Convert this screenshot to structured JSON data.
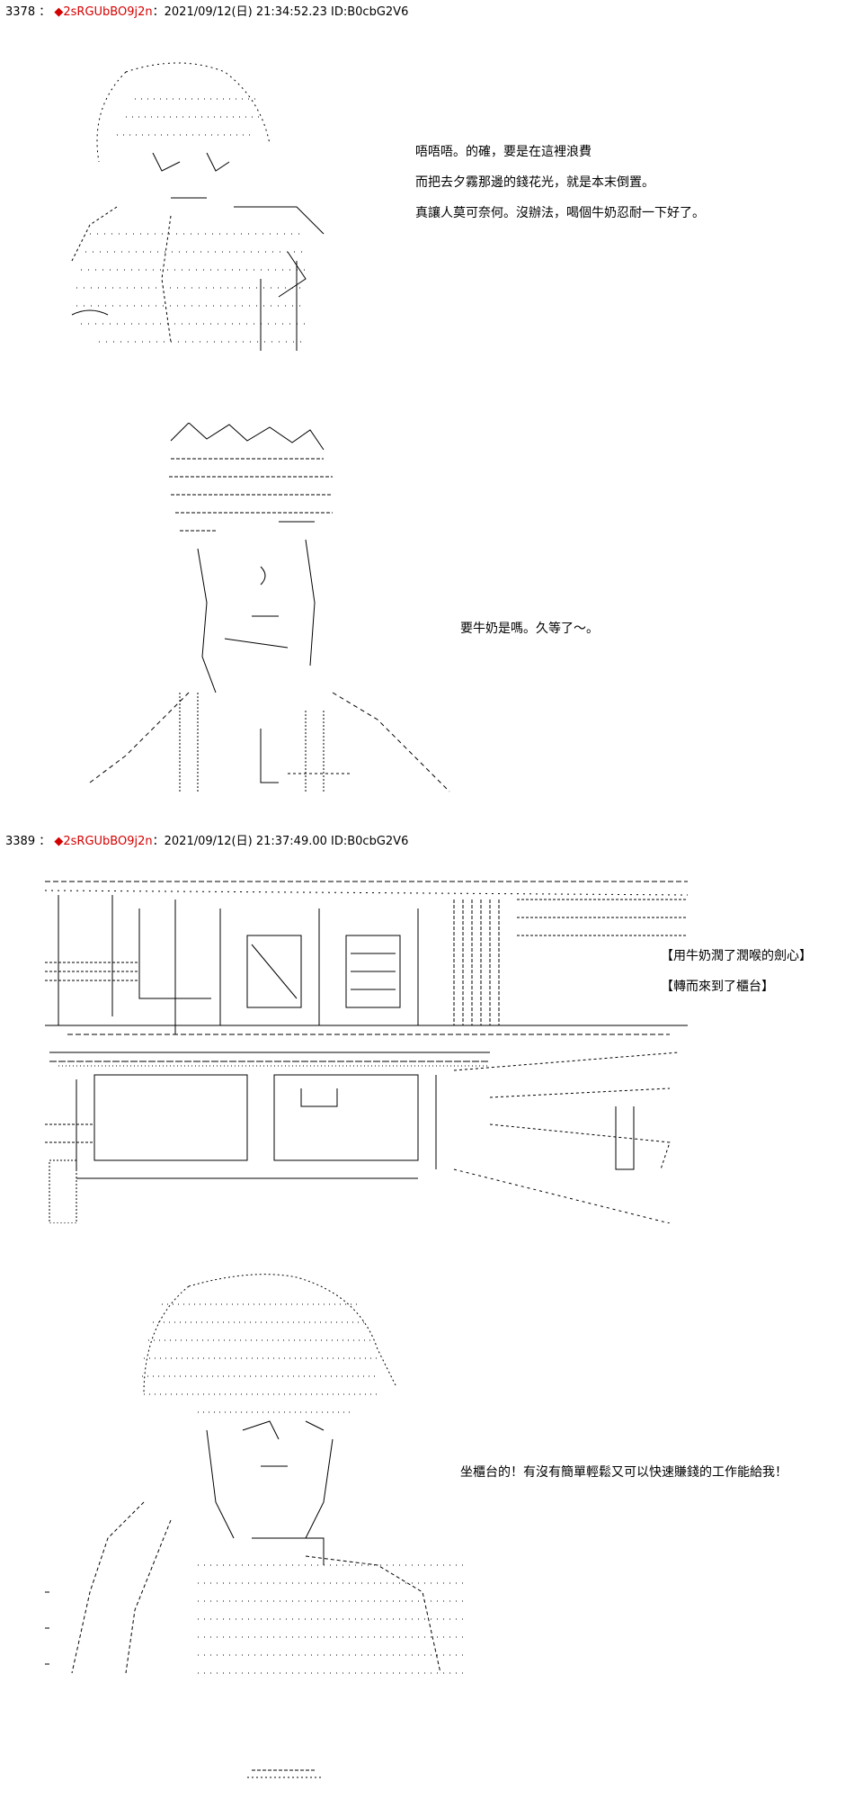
{
  "posts": [
    {
      "number": "3378",
      "separator": "：",
      "marker": "◆",
      "trip": "2sRGUbBO9j2n",
      "datetime": "：2021/09/12(日) 21:34:52.23 ID:B0cbG2V6",
      "lines_a": [
        "唔唔唔。的確，要是在這裡浪費",
        "而把去夕霧那邊的錢花光，就是本末倒置。",
        "真讓人莫可奈何。沒辦法，喝個牛奶忍耐一下好了。"
      ],
      "line_b": "要牛奶是嗎。久等了～。"
    },
    {
      "number": "3389",
      "separator": "：",
      "marker": "◆",
      "trip": "2sRGUbBO9j2n",
      "datetime": "：2021/09/12(日) 21:37:49.00 ID:B0cbG2V6",
      "narration": [
        "【用牛奶潤了潤喉的劍心】",
        "【轉而來到了櫃台】"
      ],
      "line_c": "坐櫃台的！有沒有簡單輕鬆又可以快速賺錢的工作能給我！"
    }
  ]
}
